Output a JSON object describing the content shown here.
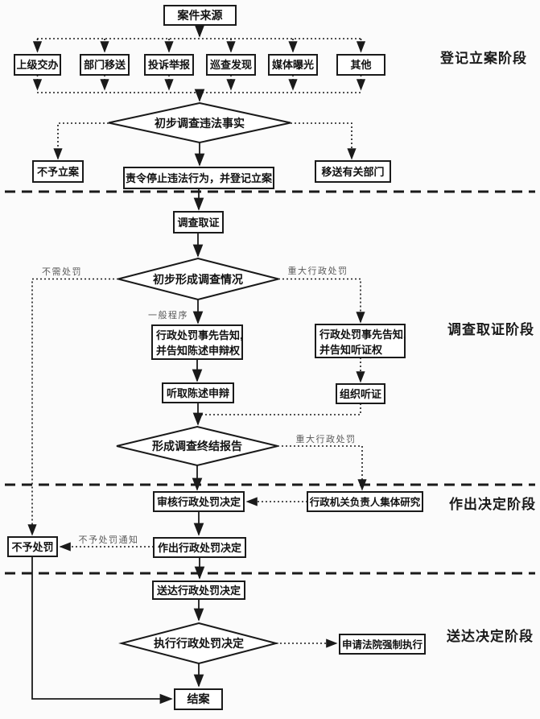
{
  "diagram": {
    "stages": [
      "登记立案阶段",
      "调查取证阶段",
      "作出决定阶段",
      "送达决定阶段"
    ],
    "nodes": {
      "source": "案件来源",
      "channels": [
        "上级交办",
        "部门移送",
        "投诉举报",
        "巡查发现",
        "媒体曝光",
        "其他"
      ],
      "d1": "初步调查违法事实",
      "no_filing": "不予立案",
      "order_register": "责令停止违法行为，并登记立案",
      "transfer": "移送有关部门",
      "evidence": "调查取证",
      "d2": "初步形成调查情况",
      "notice_statement": [
        "行政处罚事先告知,",
        "并告知陈述申辩权"
      ],
      "notice_hearing": [
        "行政处罚事先告知,",
        "并告知听证权"
      ],
      "listen": "听取陈述申辩",
      "hearing": "组织听证",
      "d3": "形成调查终结报告",
      "review": "审核行政处罚决定",
      "collective": "行政机关负责人集体研究",
      "no_penalty": "不予处罚",
      "decide": "作出行政处罚决定",
      "deliver": "送达行政处罚决定",
      "d4": "执行行政处罚决定",
      "court": "申请法院强制执行",
      "close": "结案"
    },
    "edge_labels": {
      "no_penalty_needed": "不需处罚",
      "major_penalty_1": "重大行政处罚",
      "general_procedure": "一般程序",
      "major_penalty_2": "重大行政处罚",
      "no_penalty_notice": "不予处罚通知"
    },
    "colors": {
      "line": "#1a1a1a",
      "box_fill": "#ffffff",
      "muted_label": "#5a5a5a",
      "background": "#fbfbfb"
    }
  }
}
